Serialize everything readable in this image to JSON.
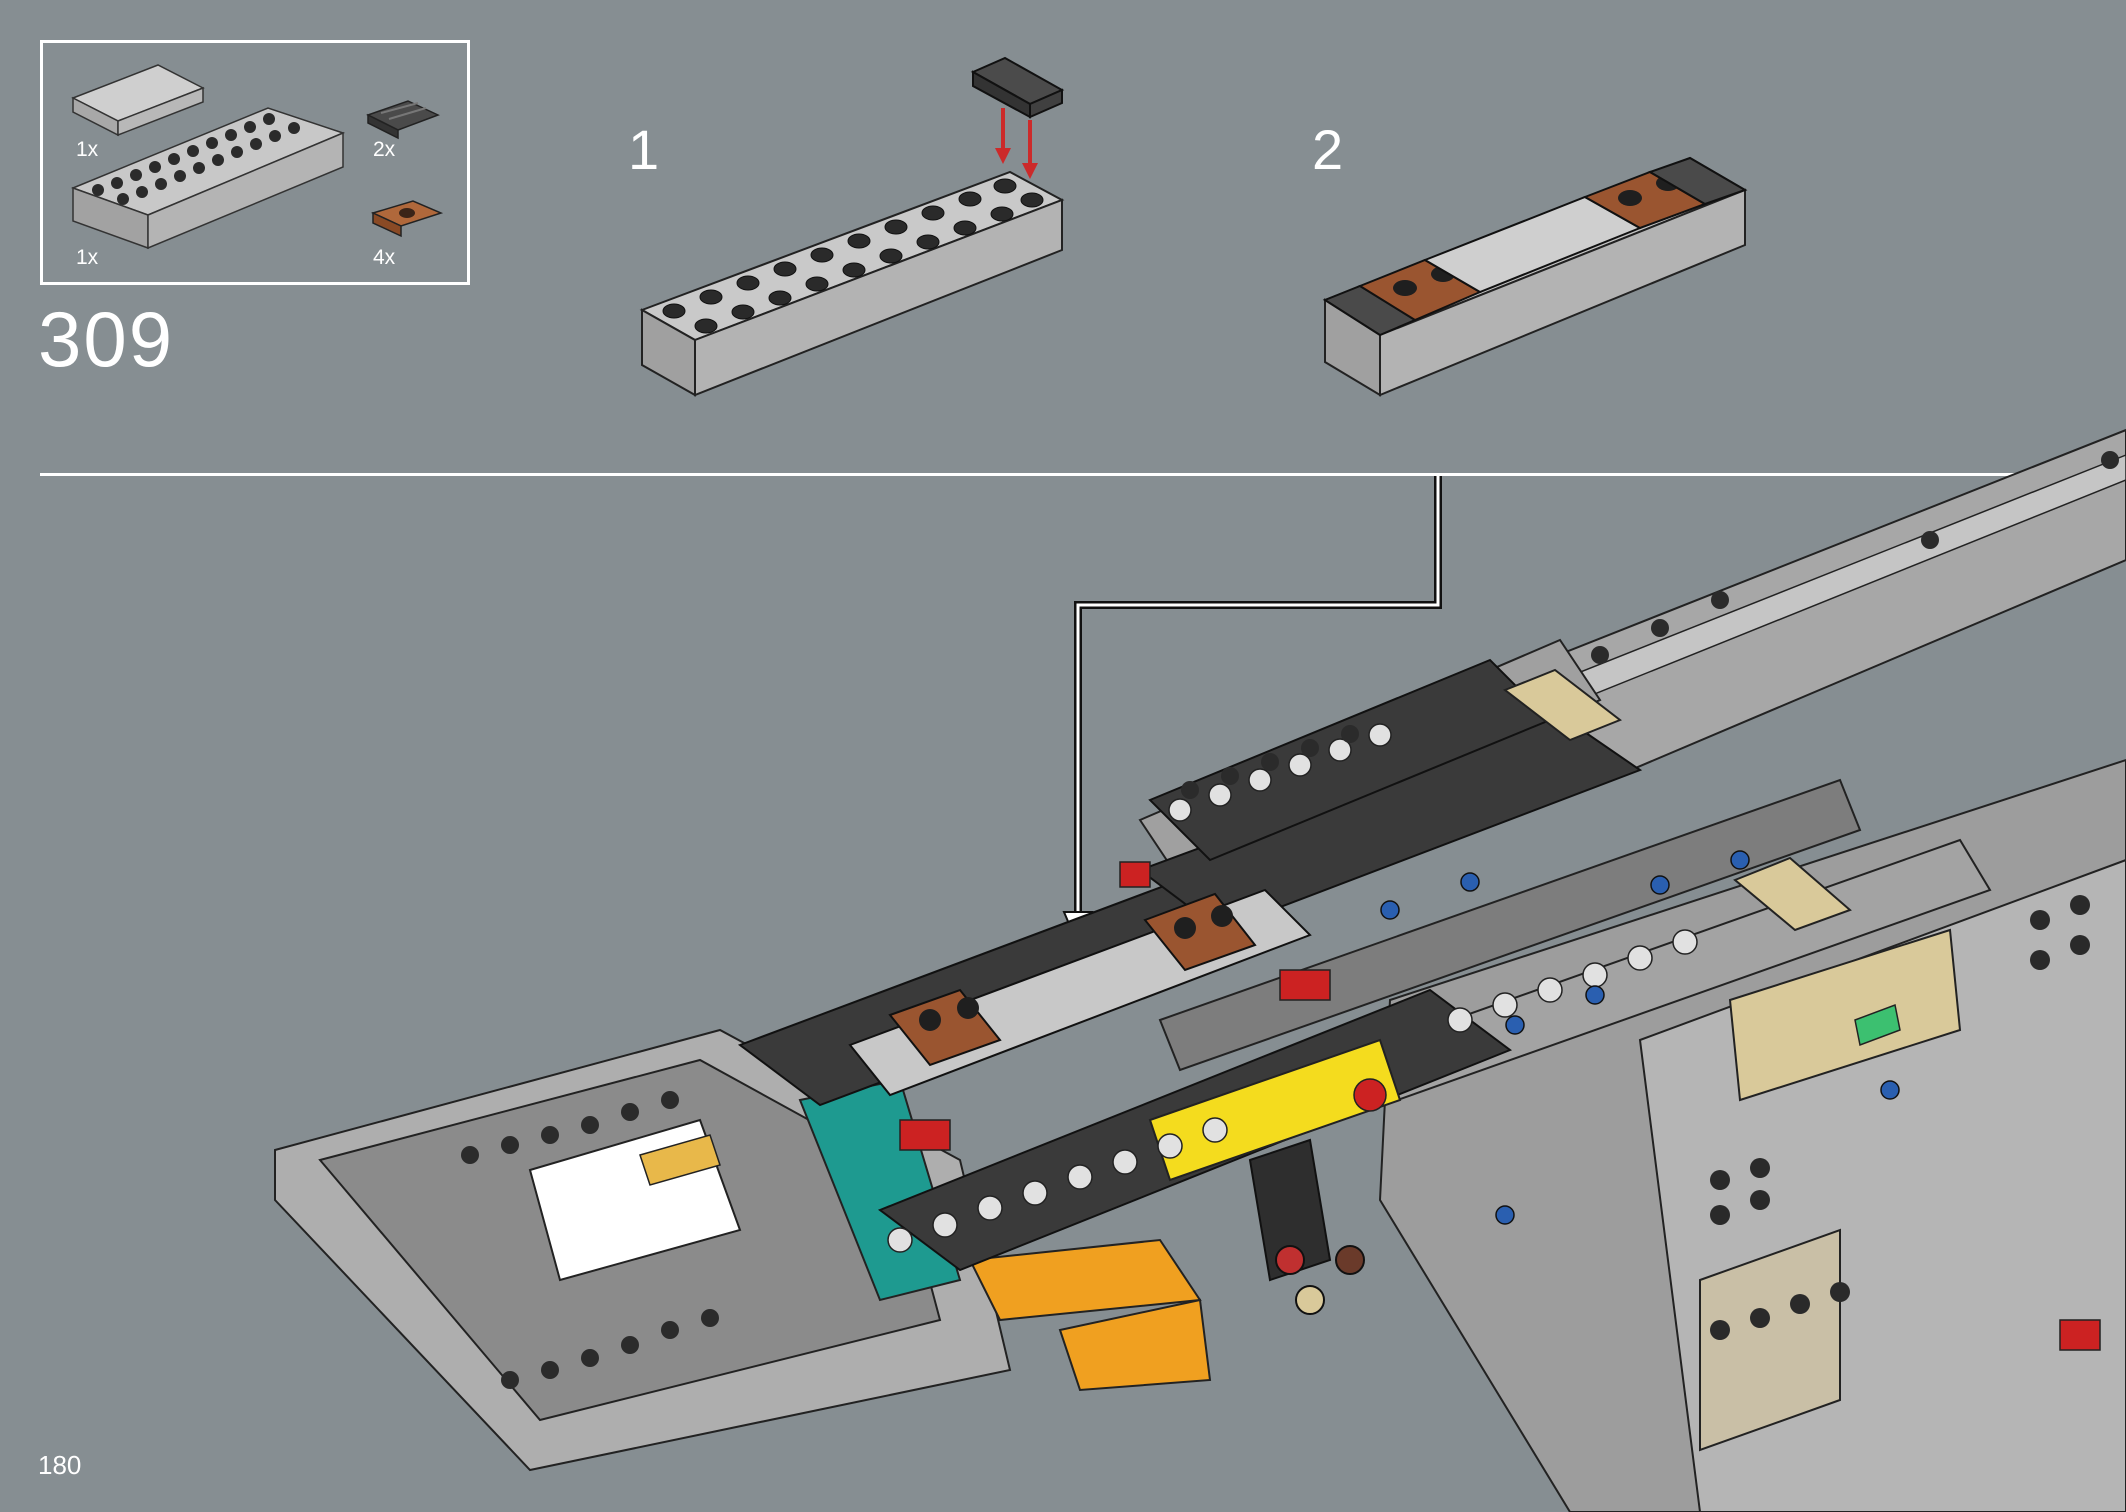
{
  "page": {
    "number": "180",
    "background": "#868e92"
  },
  "step": {
    "number": "309",
    "parts_list": [
      {
        "name": "tile-2x4-light-gray",
        "quantity": "1x"
      },
      {
        "name": "plate-1x2-rail-dark-gray",
        "quantity": "2x"
      },
      {
        "name": "brick-2x10-light-gray",
        "quantity": "1x"
      },
      {
        "name": "plate-1x2-jumper-brown",
        "quantity": "4x"
      }
    ],
    "substeps": [
      {
        "number": "1"
      },
      {
        "number": "2"
      }
    ]
  },
  "colors": {
    "light_gray": "#b6b6b6",
    "dark_gray": "#3a3a3a",
    "brown": "#9a5530",
    "red_arrow": "#cc2a2a",
    "yellow": "#f4dc1e",
    "tan": "#d9c99a",
    "teal": "#1e9a90",
    "orange": "#f0a020",
    "outline": "#ffffff"
  }
}
